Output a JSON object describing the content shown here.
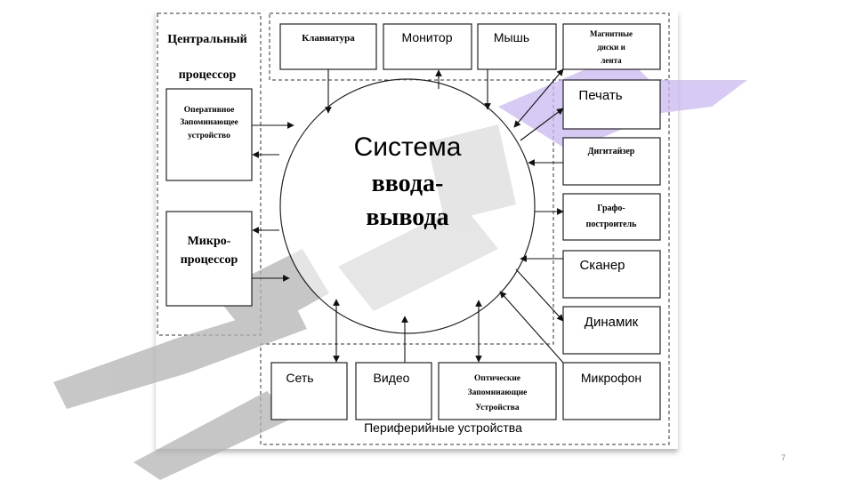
{
  "diagram": {
    "center": {
      "lines": [
        "Система",
        "ввода-",
        "вывода"
      ]
    },
    "cpu_group": {
      "label_lines": [
        "Центральный",
        "процессор"
      ]
    },
    "cpu_boxes": [
      {
        "lines": [
          "Оперативное",
          "Запоминающее",
          "устройство"
        ]
      },
      {
        "lines": [
          "Микро-",
          "процессор"
        ]
      }
    ],
    "top_devices": [
      "Клавиатура",
      "Монитор",
      "Мышь"
    ],
    "right_devices": [
      {
        "lines": [
          "Магнитные",
          "диски и",
          "лента"
        ]
      },
      {
        "lines": [
          "Печать"
        ]
      },
      {
        "lines": [
          "Дигитайзер"
        ]
      },
      {
        "lines": [
          "Графо-",
          "построитель"
        ]
      },
      {
        "lines": [
          "Сканер"
        ]
      },
      {
        "lines": [
          "Динамик"
        ]
      },
      {
        "lines": [
          "Микрофон"
        ]
      }
    ],
    "bottom_devices": [
      {
        "lines": [
          "Сеть"
        ]
      },
      {
        "lines": [
          "Видео"
        ]
      },
      {
        "lines": [
          "Оптические",
          "Запоминающие",
          "Устройства"
        ]
      }
    ],
    "peripheral_label": "Периферийные  устройства"
  },
  "slide": {
    "page_number": "7"
  },
  "colors": {
    "watermark_gray": "#b4b4b4",
    "watermark_purple": "#c9b8f0"
  }
}
